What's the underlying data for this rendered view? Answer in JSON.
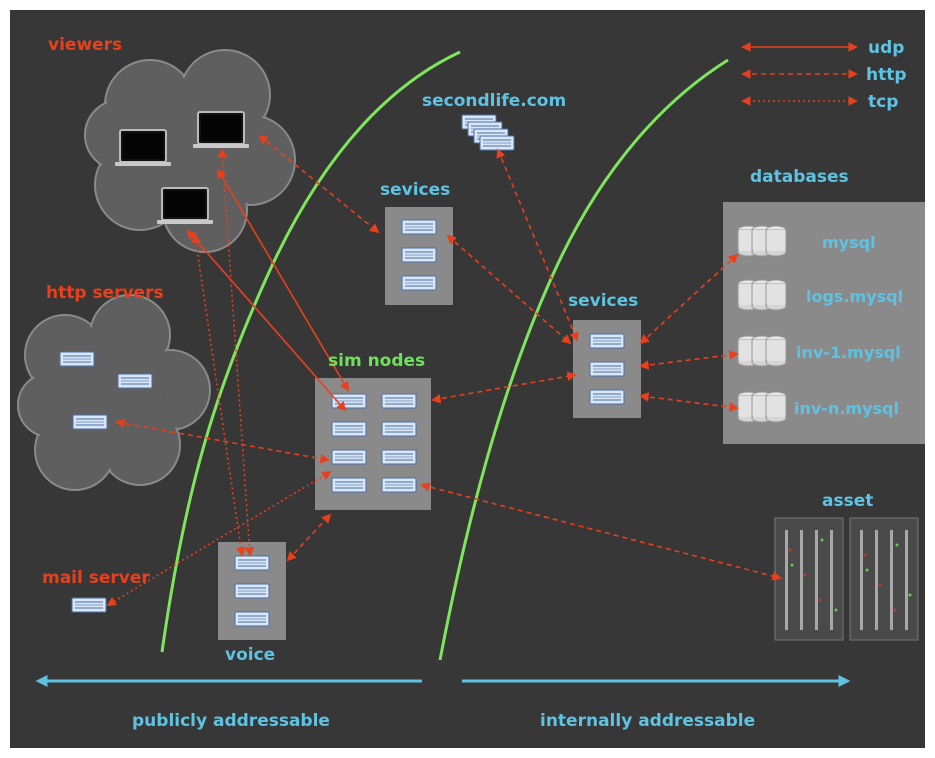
{
  "labels": {
    "viewers": "viewers",
    "http_servers": "http servers",
    "mail_server": "mail server",
    "secondlife": "secondlife.com",
    "sevices_public": "sevices",
    "sevices_internal": "sevices",
    "sim_nodes": "sim nodes",
    "voice": "voice",
    "databases": "databases",
    "asset": "asset",
    "publicly": "publicly addressable",
    "internally": "internally addressable"
  },
  "databases": [
    "mysql",
    "logs.mysql",
    "inv-1.mysql",
    "inv-n.mysql"
  ],
  "legend": [
    {
      "label": "udp",
      "style": "solid"
    },
    {
      "label": "http",
      "style": "dashed"
    },
    {
      "label": "tcp",
      "style": "dotted"
    }
  ],
  "colors": {
    "background": "#373737",
    "cloud": "#5f5f5f",
    "orange_label": "#e8401c",
    "cyan_label": "#5ec3e2",
    "green": "#6fe05a",
    "boundary": "#7fe55c",
    "arrow": "#e8401c",
    "box": "#8a8a8a"
  }
}
